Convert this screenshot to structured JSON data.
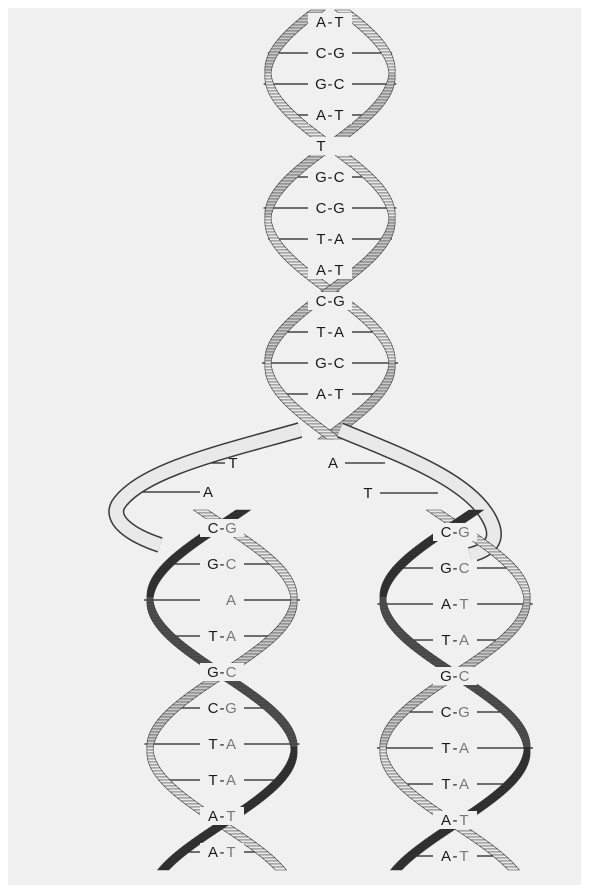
{
  "colors": {
    "background": "#ffffff",
    "panel": "#f0f0f0",
    "ribbon_light": "#e9e9e9",
    "ribbon_outline": "#3a3a3a",
    "ribbon_shadow": "#4f4f4f",
    "rung": "#222222",
    "letter": "#1a1a1a",
    "new_strand_letter": "#7a7a7a"
  },
  "parent": {
    "pairs": [
      {
        "left": "A",
        "right": "T"
      },
      {
        "left": "C",
        "right": "G"
      },
      {
        "left": "G",
        "right": "C"
      },
      {
        "left": "A",
        "right": "T"
      },
      {
        "left": "T",
        "right": ""
      },
      {
        "left": "G",
        "right": "C"
      },
      {
        "left": "C",
        "right": "G"
      },
      {
        "left": "T",
        "right": "A"
      },
      {
        "left": "A",
        "right": "T"
      },
      {
        "left": "C",
        "right": "G"
      },
      {
        "left": "T",
        "right": "A"
      },
      {
        "left": "G",
        "right": "C"
      },
      {
        "left": "A",
        "right": "T"
      }
    ]
  },
  "fork": {
    "left_base_upper": "T",
    "left_base_lower": "A",
    "right_base_upper": "A",
    "right_base_lower": "T"
  },
  "daughter_left": {
    "pairs": [
      {
        "left": "C",
        "right": "G"
      },
      {
        "left": "G",
        "right": "C"
      },
      {
        "left": "",
        "right": "A"
      },
      {
        "left": "T",
        "right": "A"
      },
      {
        "left": "G",
        "right": "C"
      },
      {
        "left": "C",
        "right": "G"
      },
      {
        "left": "T",
        "right": "A"
      },
      {
        "left": "T",
        "right": "A"
      },
      {
        "left": "A",
        "right": "T"
      },
      {
        "left": "A",
        "right": "T"
      }
    ]
  },
  "daughter_right": {
    "pairs": [
      {
        "left": "C",
        "right": "G"
      },
      {
        "left": "G",
        "right": "C"
      },
      {
        "left": "A",
        "right": "T"
      },
      {
        "left": "T",
        "right": "A"
      },
      {
        "left": "G",
        "right": "C"
      },
      {
        "left": "C",
        "right": "G"
      },
      {
        "left": "T",
        "right": "A"
      },
      {
        "left": "T",
        "right": "A"
      },
      {
        "left": "A",
        "right": "T"
      },
      {
        "left": "A",
        "right": "T"
      }
    ]
  }
}
